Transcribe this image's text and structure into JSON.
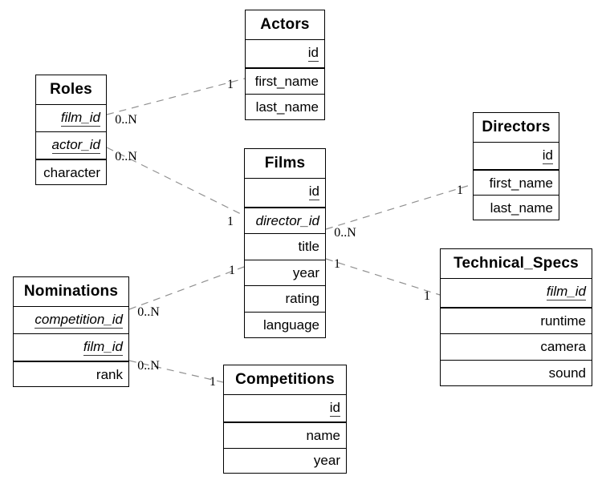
{
  "diagram_type": "entity-relationship-schema",
  "colors": {
    "background": "#ffffff",
    "table_border": "#000000",
    "text": "#000000",
    "relationship_line": "#909090"
  },
  "tables": {
    "actors": {
      "name": "Actors",
      "fields": [
        {
          "name": "id",
          "key": "primary"
        },
        {
          "name": "first_name",
          "key": ""
        },
        {
          "name": "last_name",
          "key": ""
        }
      ]
    },
    "roles": {
      "name": "Roles",
      "fields": [
        {
          "name": "film_id",
          "key": "primary foreign"
        },
        {
          "name": "actor_id",
          "key": "primary foreign"
        },
        {
          "name": "character",
          "key": ""
        }
      ]
    },
    "films": {
      "name": "Films",
      "fields": [
        {
          "name": "id",
          "key": "primary"
        },
        {
          "name": "director_id",
          "key": "foreign"
        },
        {
          "name": "title",
          "key": ""
        },
        {
          "name": "year",
          "key": ""
        },
        {
          "name": "rating",
          "key": ""
        },
        {
          "name": "language",
          "key": ""
        }
      ]
    },
    "directors": {
      "name": "Directors",
      "fields": [
        {
          "name": "id",
          "key": "primary"
        },
        {
          "name": "first_name",
          "key": ""
        },
        {
          "name": "last_name",
          "key": ""
        }
      ]
    },
    "technical_specs": {
      "name": "Technical_Specs",
      "fields": [
        {
          "name": "film_id",
          "key": "primary foreign"
        },
        {
          "name": "runtime",
          "key": ""
        },
        {
          "name": "camera",
          "key": ""
        },
        {
          "name": "sound",
          "key": ""
        }
      ]
    },
    "nominations": {
      "name": "Nominations",
      "fields": [
        {
          "name": "competition_id",
          "key": "primary foreign"
        },
        {
          "name": "film_id",
          "key": "primary foreign"
        },
        {
          "name": "rank",
          "key": ""
        }
      ]
    },
    "competitions": {
      "name": "Competitions",
      "fields": [
        {
          "name": "id",
          "key": "primary"
        },
        {
          "name": "name",
          "key": ""
        },
        {
          "name": "year",
          "key": ""
        }
      ]
    }
  },
  "relationships": [
    {
      "from": "Roles",
      "to": "Actors",
      "from_card": "0..N",
      "to_card": "1"
    },
    {
      "from": "Roles",
      "to": "Films",
      "from_card": "0..N",
      "to_card": "1"
    },
    {
      "from": "Nominations",
      "to": "Films",
      "from_card": "0..N",
      "to_card": "1"
    },
    {
      "from": "Nominations",
      "to": "Competitions",
      "from_card": "0..N",
      "to_card": "1"
    },
    {
      "from": "Films",
      "to": "Directors",
      "from_card": "0..N",
      "to_card": "1"
    },
    {
      "from": "Films",
      "to": "Technical_Specs",
      "from_card": "1",
      "to_card": "1"
    }
  ]
}
